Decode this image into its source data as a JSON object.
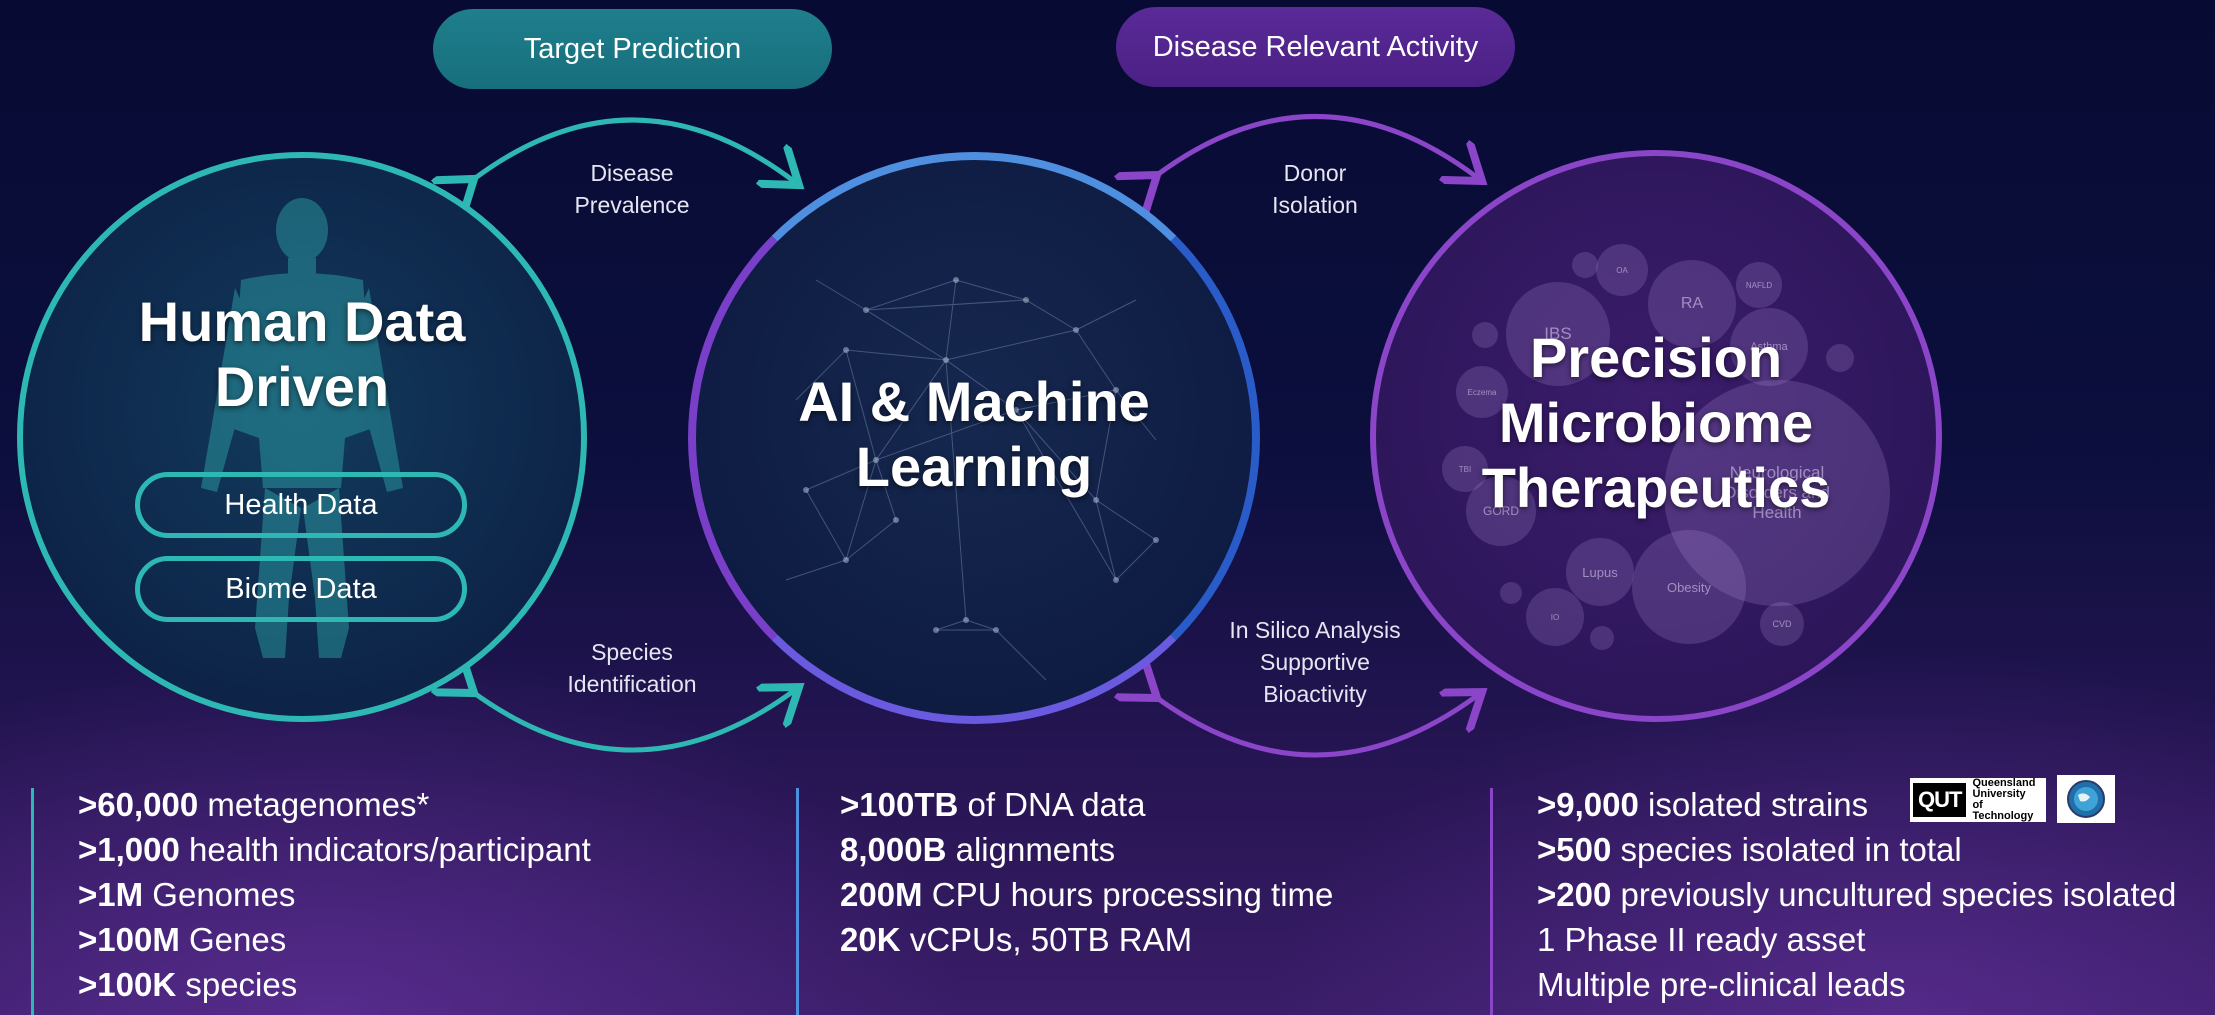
{
  "pills": {
    "target_prediction": "Target Prediction",
    "disease_activity": "Disease Relevant Activity"
  },
  "circles": {
    "human": {
      "title": "Human Data\nDriven",
      "items": [
        "Health Data",
        "Biome Data"
      ]
    },
    "ai": {
      "title": "AI & Machine\nLearning"
    },
    "precision": {
      "title": "Precision\nMicrobiome\nTherapeutics",
      "bubbles": [
        "IBS",
        "RA",
        "OA",
        "NAFLD",
        "Asthma",
        "Eczema",
        "TBI",
        "GORD",
        "Neurological\nDisorders and\nHealth",
        "Lupus",
        "Obesity",
        "IO",
        "CVD"
      ]
    }
  },
  "arrow_labels": {
    "disease_prevalence": "Disease\nPrevalence",
    "donor_isolation": "Donor\nIsolation",
    "species_identification": "Species\nIdentification",
    "in_silico": "In Silico Analysis\nSupportive\nBioactivity"
  },
  "stats": {
    "left": [
      {
        "bold": ">60,000",
        "text": " metagenomes*"
      },
      {
        "bold": ">1,000",
        "text": " health indicators/participant"
      },
      {
        "bold": ">1M",
        "text": " Genomes"
      },
      {
        "bold": ">100M",
        "text": " Genes"
      },
      {
        "bold": ">100K",
        "text": " species"
      }
    ],
    "middle": [
      {
        "bold": ">100TB",
        "text": " of DNA data"
      },
      {
        "bold": "8,000B",
        "text": " alignments"
      },
      {
        "bold": "200M",
        "text": " CPU hours processing time"
      },
      {
        "bold": "20K",
        "text": " vCPUs, 50TB RAM"
      }
    ],
    "right": [
      {
        "bold": ">9,000",
        "text": " isolated strains"
      },
      {
        "bold": ">500",
        "text": " species isolated in total"
      },
      {
        "bold": ">200",
        "text": " previously uncultured species isolated"
      },
      {
        "bold": "",
        "text": "1 Phase II ready asset"
      },
      {
        "bold": "",
        "text": "Multiple pre-clinical leads"
      }
    ]
  },
  "logos": {
    "qut_mark": "QUT",
    "qut_name": "Queensland\nUniversity\nof Technology"
  },
  "colors": {
    "teal": "#2eb8b4",
    "purple": "#8a45c8",
    "blue": "#4f8fe0"
  }
}
